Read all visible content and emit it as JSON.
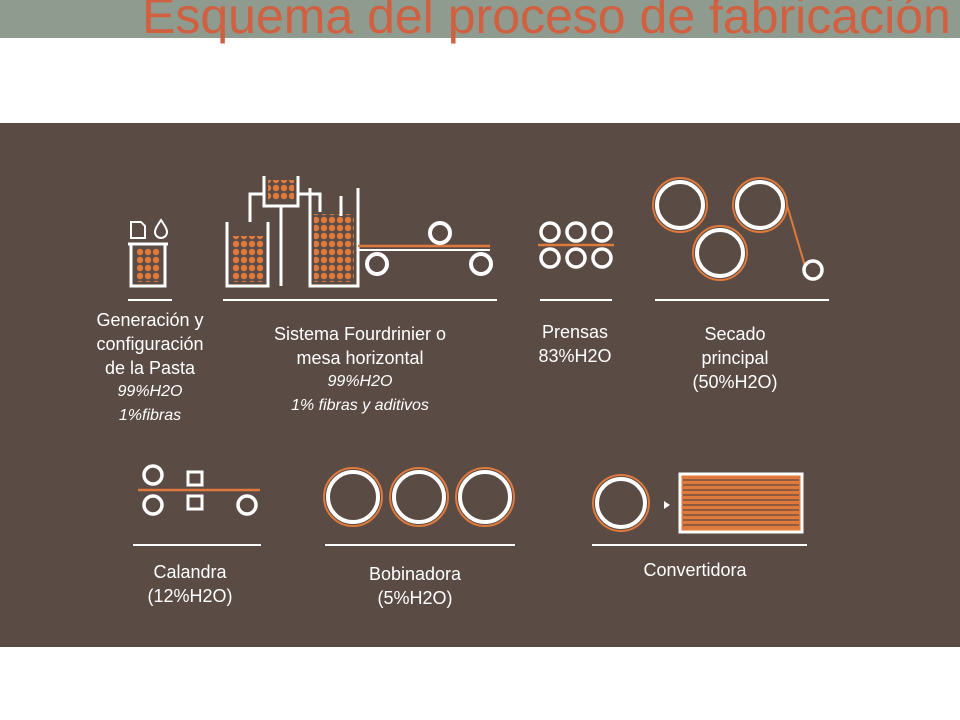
{
  "slide": {
    "title": "Esquema del proceso de fabricación",
    "colors": {
      "title": "#d0603f",
      "panel": "#5b4b45",
      "topbar": "#8f9b8f",
      "accent": "#e07a3c",
      "line": "#ffffff"
    }
  },
  "steps": [
    {
      "id": "generacion",
      "lines": [
        "Generación y",
        "configuración",
        "de la Pasta"
      ],
      "notes": [
        "99%H2O",
        "1%fibras"
      ]
    },
    {
      "id": "fourdrinier",
      "lines": [
        "Sistema Fourdrinier o",
        "mesa horizontal"
      ],
      "notes": [
        "99%H2O",
        "1% fibras y aditivos"
      ]
    },
    {
      "id": "prensas",
      "lines": [
        "Prensas",
        "83%H2O"
      ],
      "notes": []
    },
    {
      "id": "secado",
      "lines": [
        "Secado",
        "principal",
        "(50%H2O)"
      ],
      "notes": []
    },
    {
      "id": "calandra",
      "lines": [
        "Calandra",
        "(12%H2O)"
      ],
      "notes": []
    },
    {
      "id": "bobinadora",
      "lines": [
        "Bobinadora",
        "(5%H2O)"
      ],
      "notes": []
    },
    {
      "id": "convertidora",
      "lines": [
        "Convertidora"
      ],
      "notes": []
    }
  ]
}
